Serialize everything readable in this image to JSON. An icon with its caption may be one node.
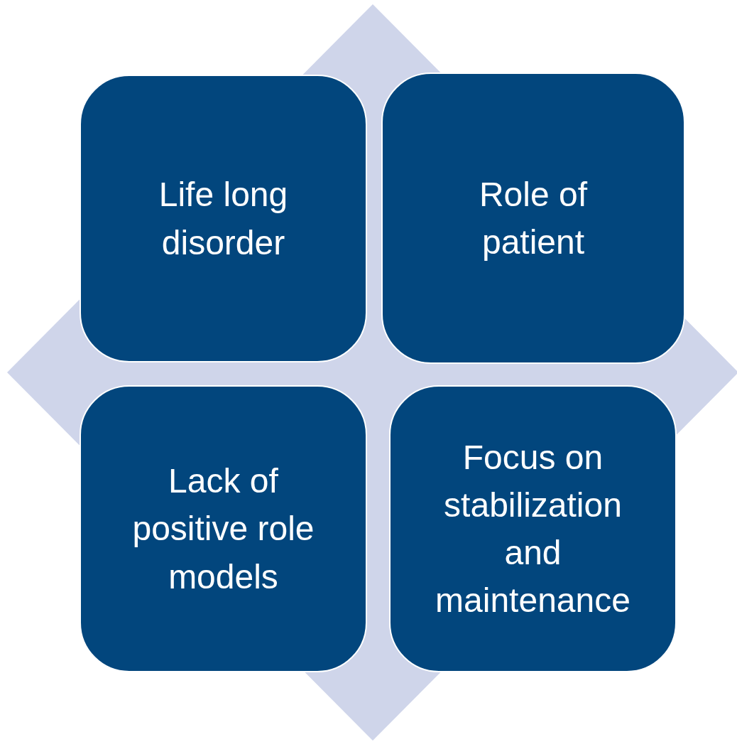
{
  "diagram": {
    "nodes": [
      {
        "text": [],
        "shape": "diamond"
      },
      {
        "text": [
          "Life long disorder"
        ],
        "in": 0
      },
      {
        "text": [
          "Role of patient"
        ],
        "in": 0
      },
      {
        "text": [
          "Lack of positive role models"
        ],
        "in": 0
      },
      {
        "text": [
          "Focus on stabilization and maintenance"
        ],
        "in": 0
      }
    ]
  }
}
